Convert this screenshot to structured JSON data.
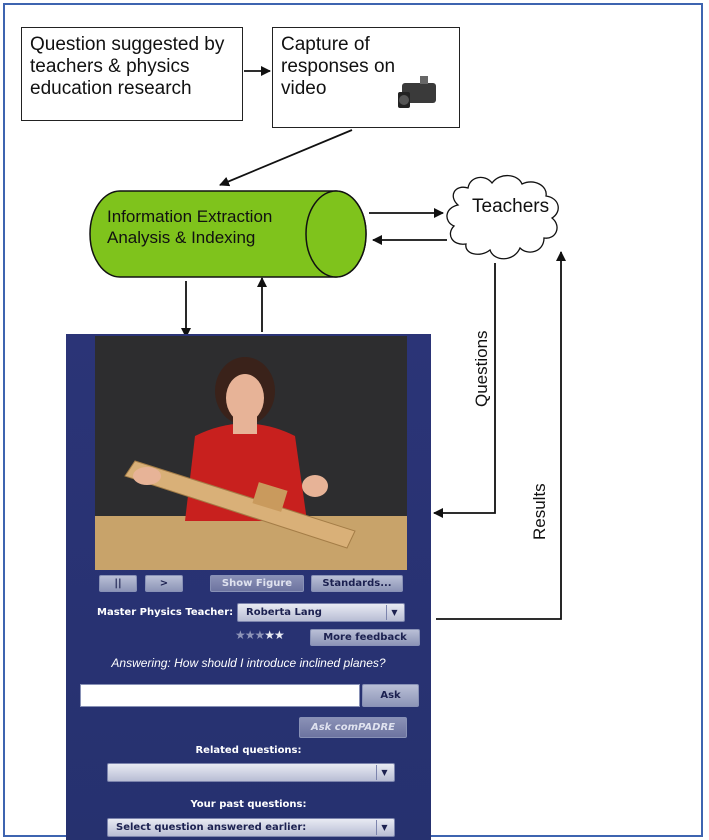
{
  "boxes": {
    "question_suggested": "Question suggested by teachers & physics education research",
    "capture": "Capture of responses on video"
  },
  "cylinder_label": "Information Extraction Analysis & Indexing",
  "cloud_label": "Teachers",
  "arrow_labels": {
    "questions": "Questions",
    "results": "Results"
  },
  "player": {
    "pause_label": "||",
    "play_label": ">",
    "show_figure_label": "Show Figure",
    "standards_label": "Standards...",
    "teacher_label": "Master Physics Teacher:",
    "teacher_value": "Roberta Lang",
    "rating_stars": "★★★★★",
    "rating": 2,
    "rating_max": 5,
    "more_feedback_label": "More feedback",
    "answering_text": "Answering: How should I introduce inclined planes?",
    "question_input_value": "",
    "ask_label": "Ask",
    "ask_compadre_label": "Ask comPADRE",
    "related_label": "Related questions:",
    "related_value": "",
    "past_label": "Your past questions:",
    "past_value": "Select question answered earlier:"
  },
  "colors": {
    "cylinder": "#7fc31c",
    "panel": "#2a3374",
    "frame": "#3e64b0"
  }
}
